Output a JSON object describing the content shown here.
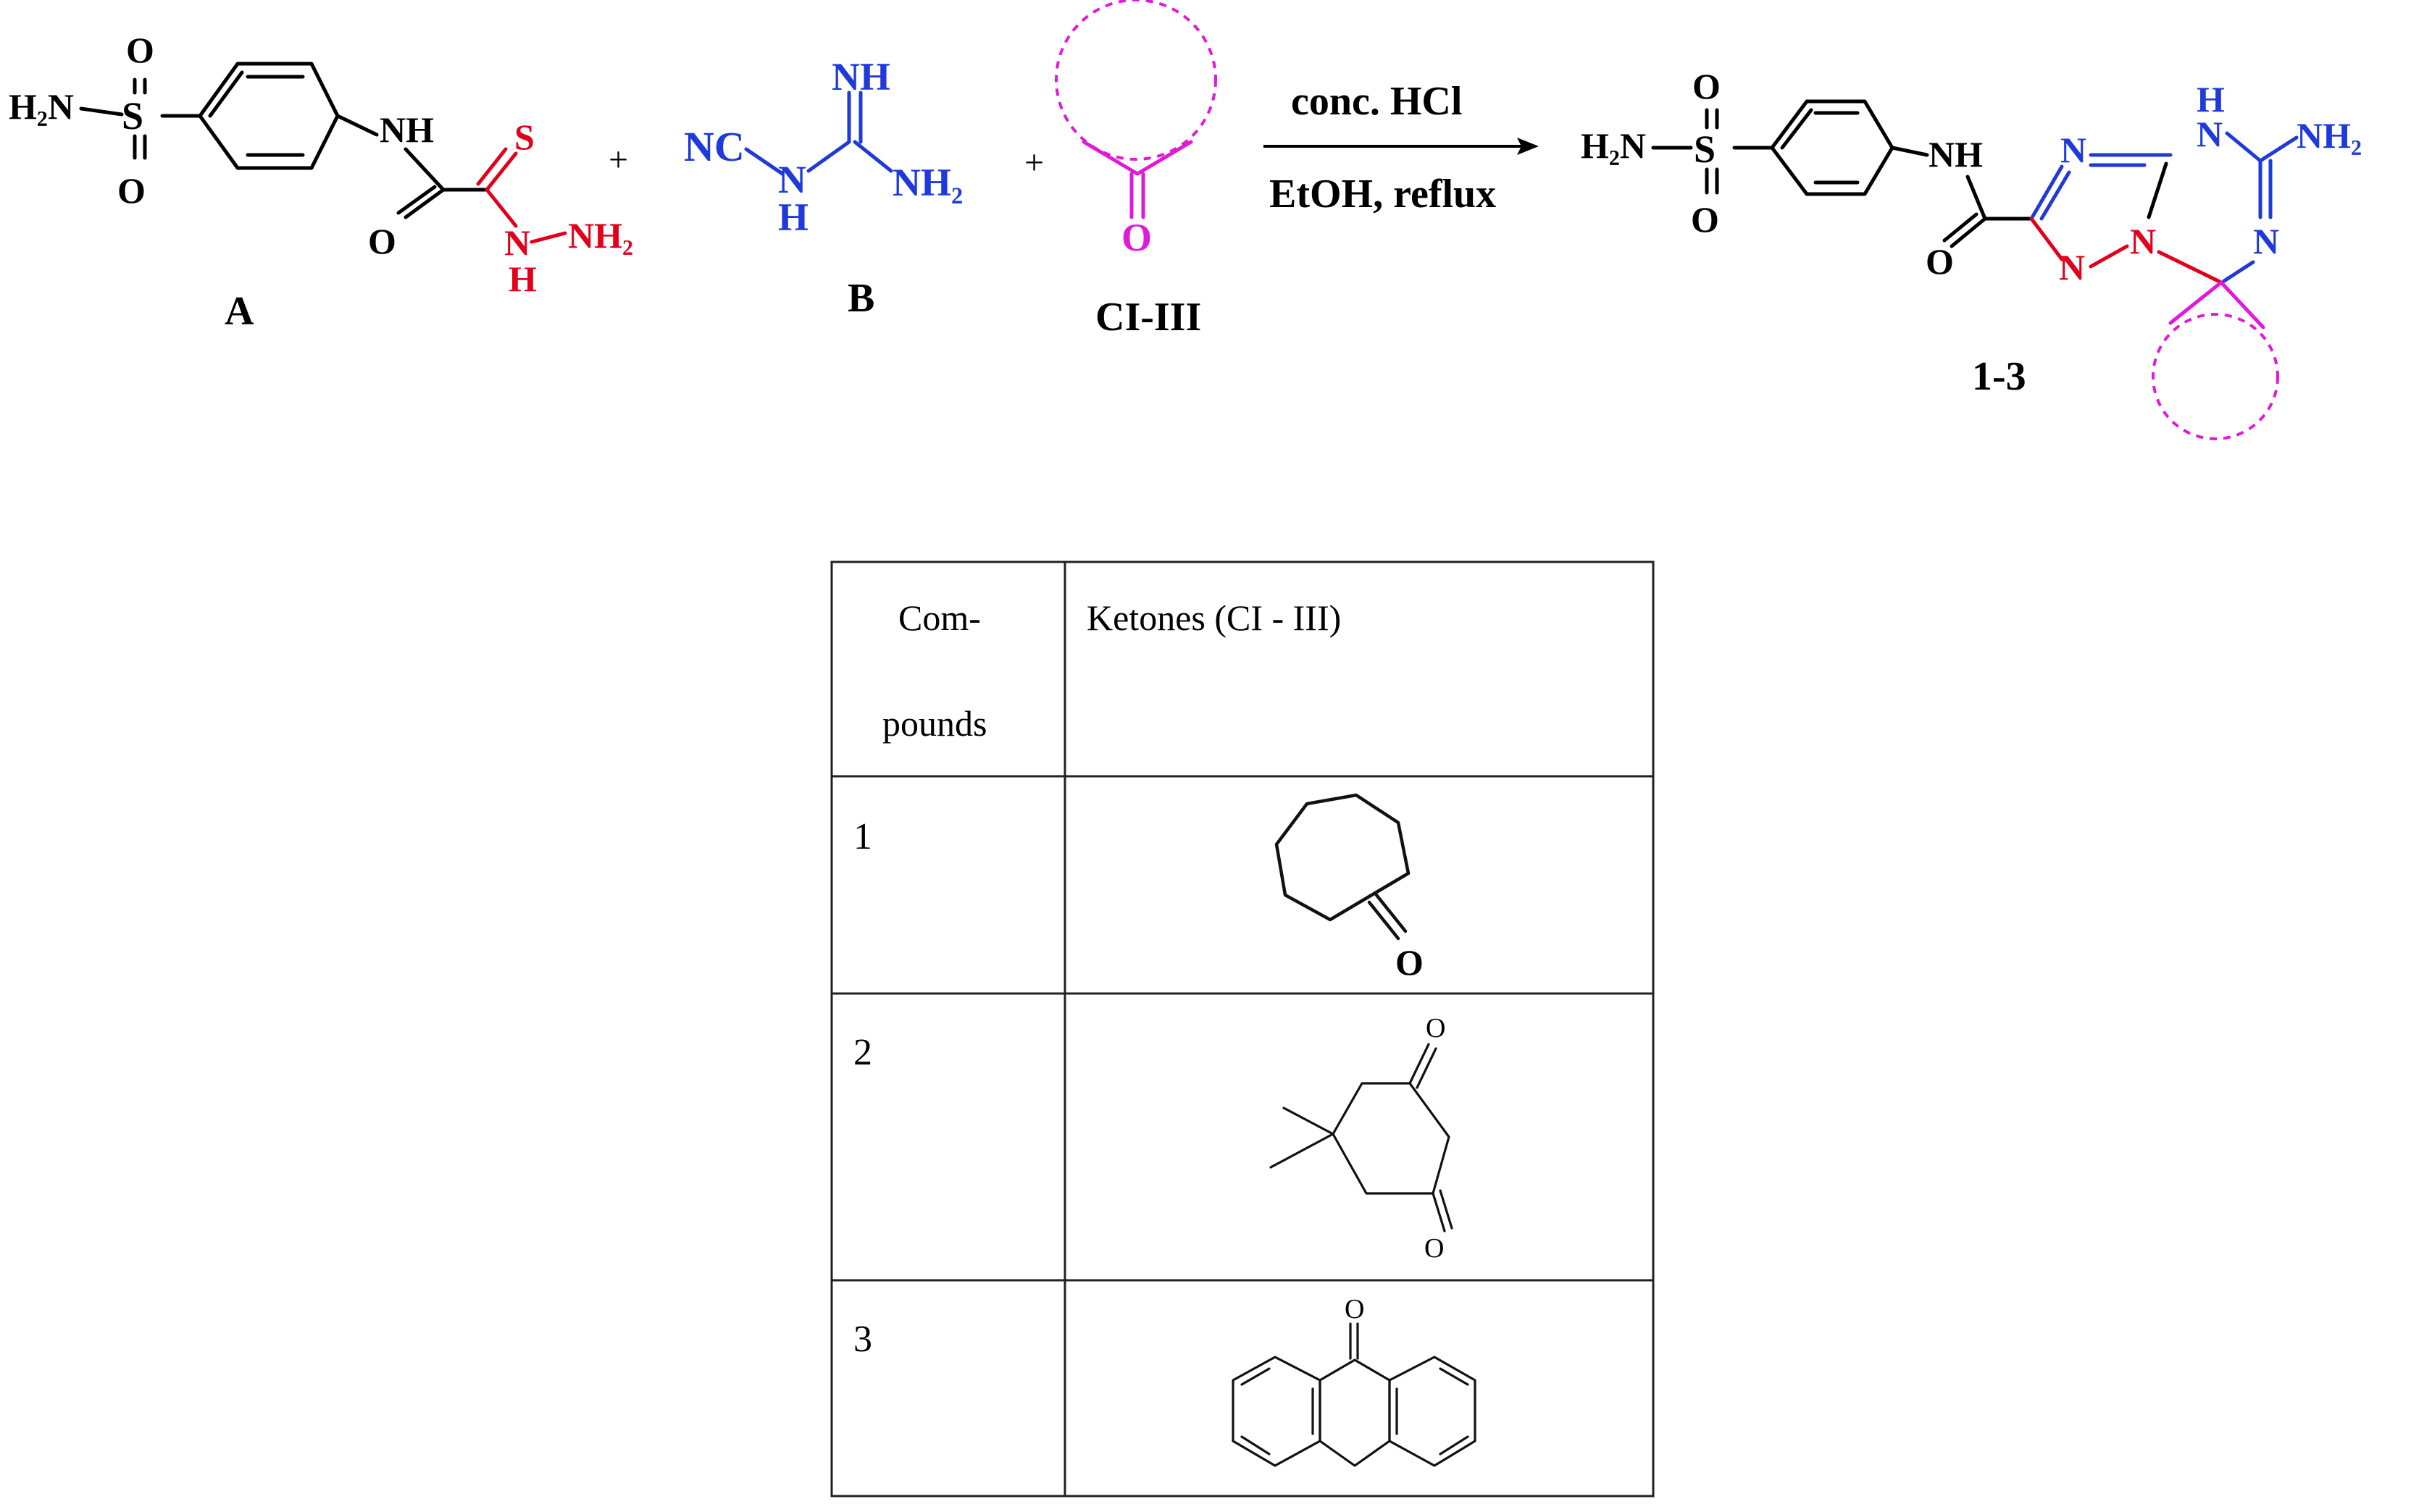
{
  "colors": {
    "black": "#000000",
    "red": "#e0001b",
    "blue": "#1f3ad8",
    "magenta": "#e01ad6"
  },
  "reactant_a": {
    "label": "A",
    "atoms": {
      "h2n": "H₂N",
      "s": "S",
      "o_top": "O",
      "o_bot": "O",
      "nh": "NH",
      "o_amide": "O",
      "s_thio": "S",
      "n": "N",
      "nh2": "NH₂",
      "h": "H"
    }
  },
  "reactant_b": {
    "label": "B",
    "atoms": {
      "nc": "NC",
      "nh_top": "NH",
      "n": "N",
      "h": "H",
      "nh2": "NH₂"
    }
  },
  "reactant_c": {
    "label": "CI-III",
    "atoms": {
      "o": "O"
    }
  },
  "plus_signs": [
    "+",
    "+"
  ],
  "conditions": {
    "above": "conc. HCl",
    "below": "EtOH, reflux"
  },
  "product": {
    "label": "1-3",
    "atoms": {
      "h2n": "H₂N",
      "s": "S",
      "o_top": "O",
      "o_bot": "O",
      "nh": "NH",
      "o_amide": "O",
      "n_top": "N",
      "h": "H",
      "n_h": "N",
      "nh2": "NH₂",
      "n_bot": "N",
      "n_red": "N",
      "n_ring": "N"
    }
  },
  "table": {
    "header": {
      "col1_line1": "Com-",
      "col1_line2": "pounds",
      "col2": "Ketones (CI - III)"
    },
    "rows": [
      {
        "compound": "1",
        "ketone_atoms": [
          "O"
        ]
      },
      {
        "compound": "2",
        "ketone_atoms": [
          "O",
          "O"
        ]
      },
      {
        "compound": "3",
        "ketone_atoms": [
          "O"
        ]
      }
    ]
  }
}
